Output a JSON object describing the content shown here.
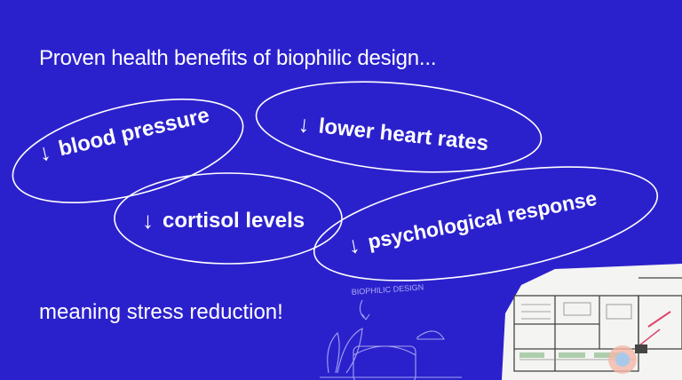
{
  "title": "Proven health benefits of biophilic design...",
  "benefits": [
    {
      "arrow": "↓",
      "label": "blood pressure"
    },
    {
      "arrow": "↓",
      "label": "lower heart rates"
    },
    {
      "arrow": "↓",
      "label": "cortisol levels"
    },
    {
      "arrow": "↓",
      "label": "psychological response"
    }
  ],
  "conclusion": "meaning stress reduction!",
  "sketch_label": "BIOPHILIC DESIGN",
  "colors": {
    "background": "#2b21cc",
    "foreground": "#ffffff"
  },
  "icons": [
    "down-arrow-icon"
  ]
}
